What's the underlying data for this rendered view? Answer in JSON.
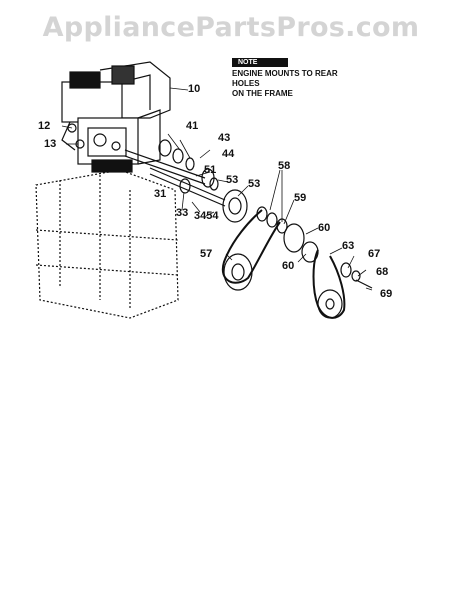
{
  "watermark": "AppliancePartsPros.com",
  "header_strip": "",
  "note": {
    "heading": "NOTE",
    "text_line1": "ENGINE MOUNTS TO REAR HOLES",
    "text_line2": "ON THE FRAME"
  },
  "callouts": [
    {
      "id": "c10",
      "label": "10"
    },
    {
      "id": "c12",
      "label": "12"
    },
    {
      "id": "c13",
      "label": "13"
    },
    {
      "id": "c41",
      "label": "41"
    },
    {
      "id": "c43",
      "label": "43"
    },
    {
      "id": "c44",
      "label": "44"
    },
    {
      "id": "c51",
      "label": "51"
    },
    {
      "id": "c53a",
      "label": "53"
    },
    {
      "id": "c53b",
      "label": "53"
    },
    {
      "id": "c58",
      "label": "58"
    },
    {
      "id": "c59",
      "label": "59"
    },
    {
      "id": "c60a",
      "label": "60"
    },
    {
      "id": "c60b",
      "label": "60"
    },
    {
      "id": "c31",
      "label": "31"
    },
    {
      "id": "c33",
      "label": "33"
    },
    {
      "id": "c3454",
      "label": "3454"
    },
    {
      "id": "c57",
      "label": "57"
    },
    {
      "id": "c63",
      "label": "63"
    },
    {
      "id": "c67",
      "label": "67"
    },
    {
      "id": "c68",
      "label": "68"
    },
    {
      "id": "c69",
      "label": "69"
    }
  ]
}
